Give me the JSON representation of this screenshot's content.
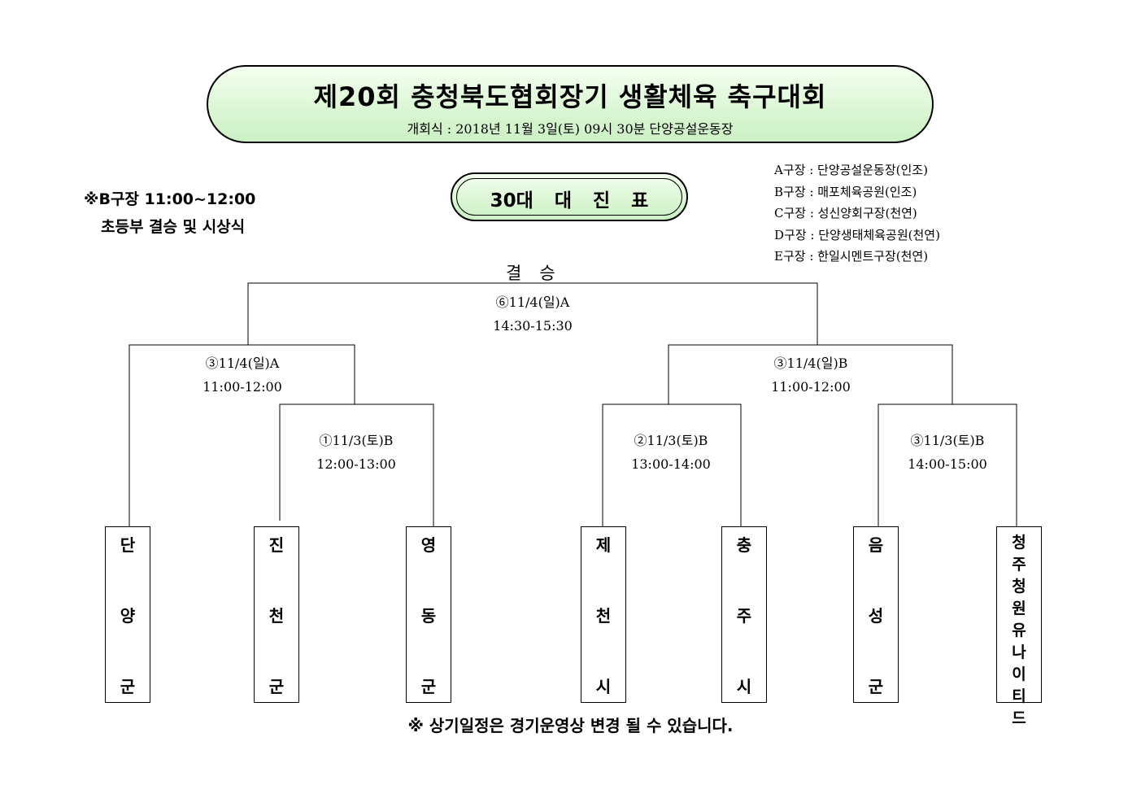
{
  "header": {
    "title": "제20회 충청북도협회장기 생활체육 축구대회",
    "subtitle": "개회식 : 2018년 11월 3일(토) 09시 30분 단양공설운동장"
  },
  "section_title": "30대 대 진 표",
  "notice": {
    "line1": "※B구장 11:00~12:00",
    "line2": "초등부 결승 및 시상식"
  },
  "venues": [
    "A구장 : 단양공설운동장(인조)",
    "B구장 : 매포체육공원(인조)",
    "C구장 : 성신양회구장(천연)",
    "D구장 : 단양생태체육공원(천연)",
    "E구장 : 한일시멘트구장(천연)"
  ],
  "final_label": "결승",
  "matches": {
    "final": {
      "date": "⑥11/4(일)A",
      "time": "14:30-15:30"
    },
    "semi_left": {
      "date": "③11/4(일)A",
      "time": "11:00-12:00"
    },
    "semi_right": {
      "date": "③11/4(일)B",
      "time": "11:00-12:00"
    },
    "r1_a": {
      "date": "①11/3(토)B",
      "time": "12:00-13:00"
    },
    "r1_b": {
      "date": "②11/3(토)B",
      "time": "13:00-14:00"
    },
    "r1_c": {
      "date": "③11/3(토)B",
      "time": "14:00-15:00"
    }
  },
  "teams": [
    [
      "단",
      "양",
      "군"
    ],
    [
      "진",
      "천",
      "군"
    ],
    [
      "영",
      "동",
      "군"
    ],
    [
      "제",
      "천",
      "시"
    ],
    [
      "충",
      "주",
      "시"
    ],
    [
      "음",
      "성",
      "군"
    ],
    [
      "청",
      "주",
      "청",
      "원",
      "유",
      "나",
      "이",
      "티",
      "드"
    ]
  ],
  "footer": "※ 상기일정은 경기운영상 변경 될 수 있습니다."
}
